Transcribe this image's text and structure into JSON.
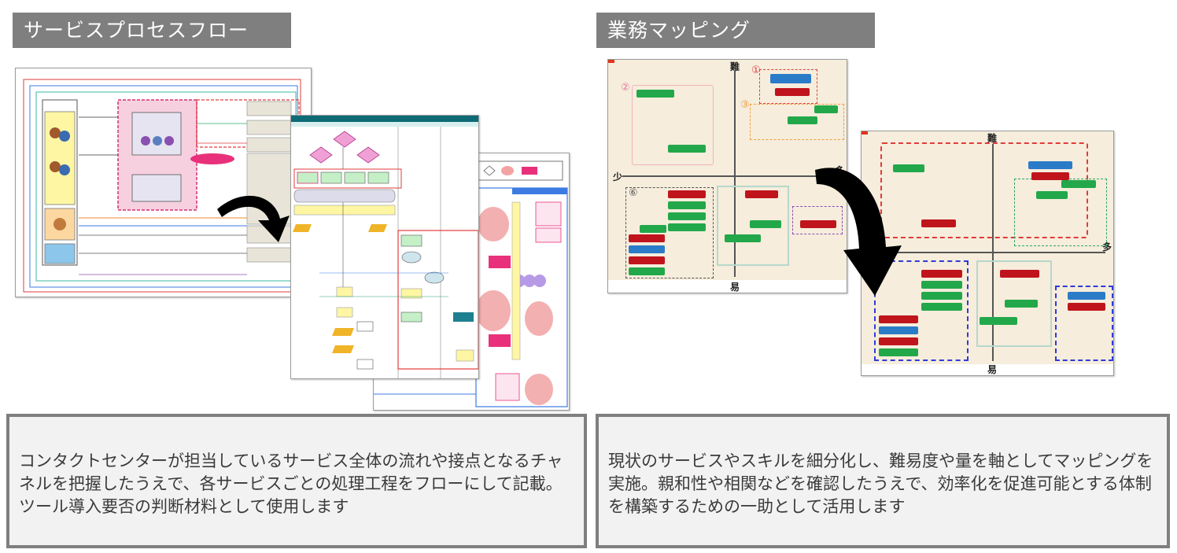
{
  "left_panel": {
    "title": "サービスプロセスフロー",
    "description": "コンタクトセンターが担当しているサービス全体の流れや接点となるチャネルを把握したうえで、各サービスごとの処理工程をフローにして記載。ツール導入要否の判断材料として使用します"
  },
  "right_panel": {
    "title": "業務マッピング",
    "description": "現状のサービスやスキルを細分化し、難易度や量を軸としてマッピングを実施。親和性や相関などを確認したうえで、効率化を促進可能とする体制を構築するための一助として活用します",
    "map_before": {
      "axis_top": "難",
      "axis_bottom": "易",
      "axis_left": "少",
      "axis_right": "多",
      "markers": [
        "①",
        "②",
        "③",
        "⑥"
      ]
    },
    "map_after": {
      "axis_top": "難",
      "axis_bottom": "易",
      "axis_right": "多"
    }
  },
  "colors": {
    "header_bg": "#7f7f7f",
    "desc_bg": "#f2f2f2",
    "map_bg": "#f6eddc",
    "green_block": "#22a84a",
    "red_block": "#c0141c",
    "blue_block": "#2a7bc8"
  }
}
